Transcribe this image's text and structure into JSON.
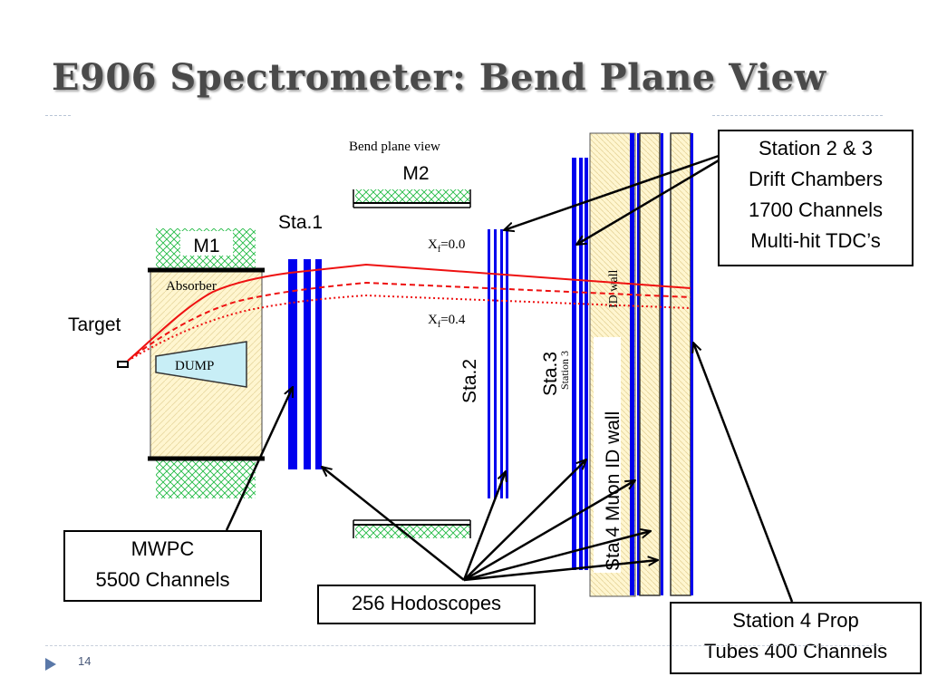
{
  "title": "E906 Spectrometer:  Bend Plane View",
  "page_number": "14",
  "diagram": {
    "header": "Bend plane view",
    "magnet_m1": "M1",
    "magnet_m2": "M2",
    "absorber": "Absorber",
    "dump": "DUMP",
    "target": "Target",
    "sta1": "Sta.1",
    "sta2": "Sta.2",
    "sta3": "Sta.3",
    "sta3_ghost": "Station 3",
    "sta4": "Sta.4 Muon ID wall",
    "muon_wall_ghost": "ID wall",
    "xf_top_base": "X",
    "xf_top_sub": "f",
    "xf_top_val": "=0.0",
    "xf_bot_base": "X",
    "xf_bot_sub": "f",
    "xf_bot_val": "=0.4"
  },
  "callouts": {
    "station23": [
      "Station 2 & 3",
      "Drift Chambers",
      "1700 Channels",
      "Multi-hit TDC’s"
    ],
    "mwpc": [
      "MWPC",
      "5500 Channels"
    ],
    "hodoscopes": "256 Hodoscopes",
    "station4": [
      "Station 4 Prop",
      "Tubes 400 Channels"
    ]
  },
  "colors": {
    "title": "#4a4a4a",
    "chamber_blue": "#0000ee",
    "track_red": "#ee1111",
    "hatch_green": "#22bb44",
    "wall_yellow": "#fff6d0",
    "dump_blue": "#c8eef6",
    "footer_arrow": "#5a78a8"
  }
}
